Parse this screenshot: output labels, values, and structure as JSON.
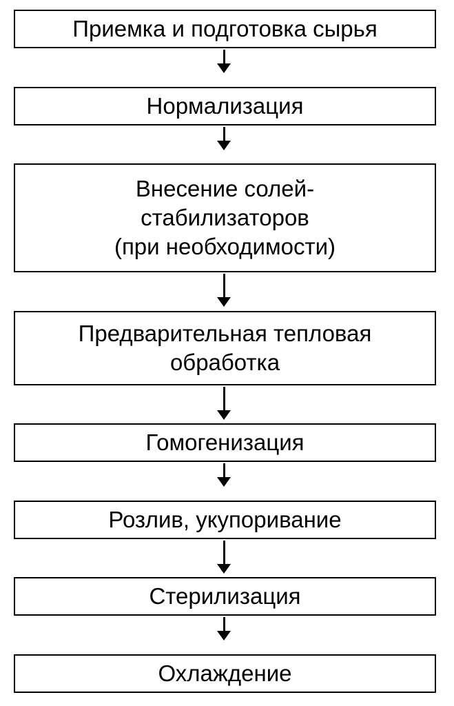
{
  "flowchart": {
    "steps": [
      {
        "label": "Приемка и подготовка сырья"
      },
      {
        "label": "Нормализация"
      },
      {
        "label": "Внесение солей-\nстабилизаторов\n(при необходимости)"
      },
      {
        "label": "Предварительная тепловая\nобработка"
      },
      {
        "label": "Гомогенизация"
      },
      {
        "label": "Розлив, укупоривание"
      },
      {
        "label": "Стерилизация"
      },
      {
        "label": "Охлаждение"
      }
    ]
  }
}
